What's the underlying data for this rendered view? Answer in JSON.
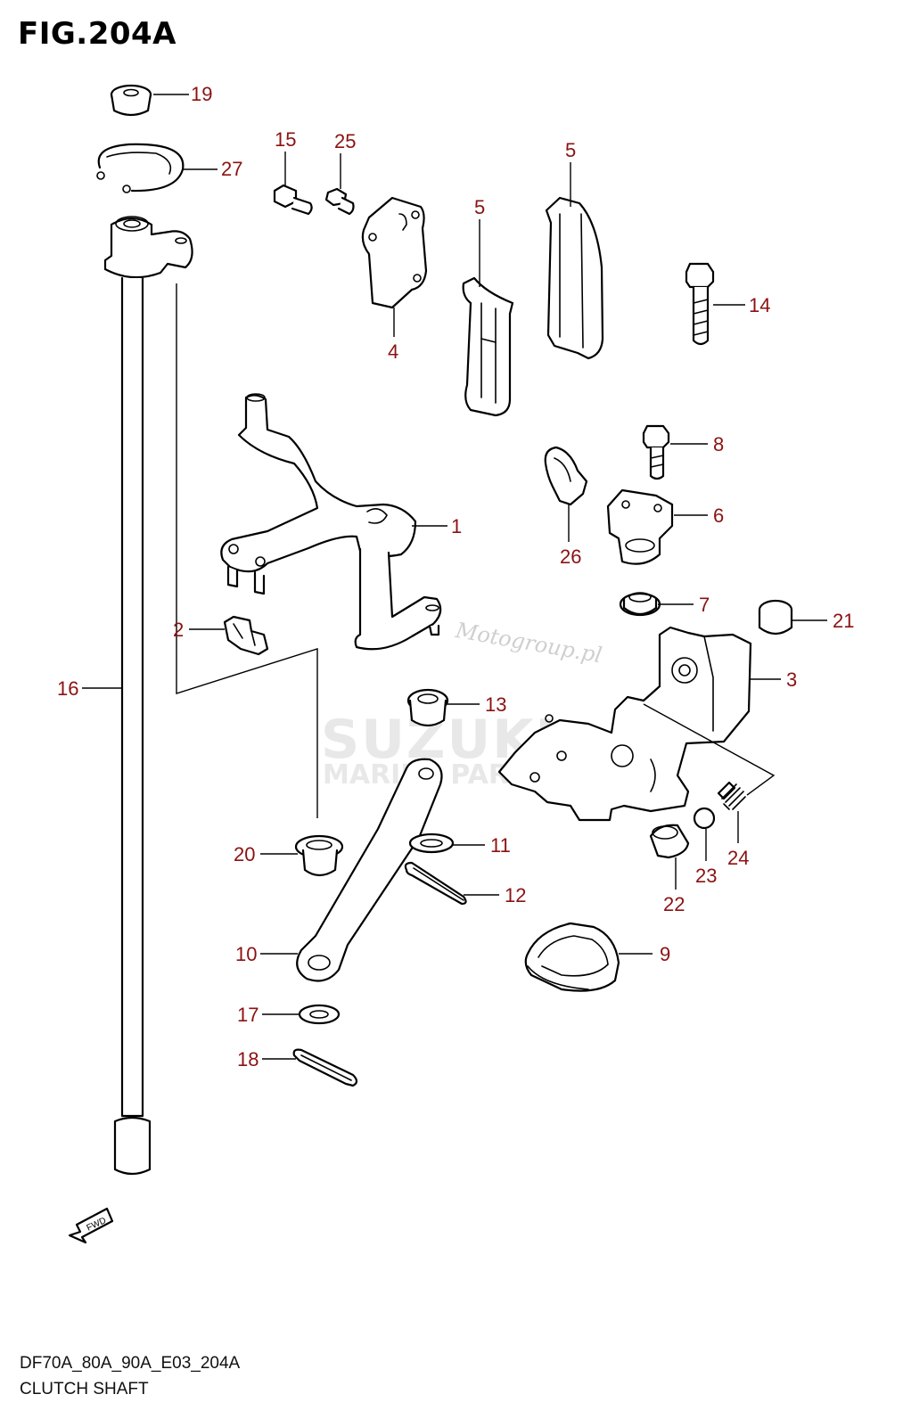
{
  "figure": {
    "title": "FIG.204A",
    "model_code": "DF70A_80A_90A_E03_204A",
    "name": "CLUTCH SHAFT"
  },
  "watermarks": {
    "motogroup": "Motogroup.pl",
    "brand": "SUZUKI",
    "brand_sub": "MARINE PARTS"
  },
  "fwd_label": "FWD",
  "callouts": {
    "c1": "1",
    "c2": "2",
    "c3": "3",
    "c4": "4",
    "c5a": "5",
    "c5b": "5",
    "c6": "6",
    "c7": "7",
    "c8": "8",
    "c9": "9",
    "c10": "10",
    "c11": "11",
    "c12": "12",
    "c13": "13",
    "c14": "14",
    "c15": "15",
    "c16": "16",
    "c17": "17",
    "c18": "18",
    "c19": "19",
    "c20": "20",
    "c21": "21",
    "c22": "22",
    "c23": "23",
    "c24": "24",
    "c25": "25",
    "c26": "26",
    "c27": "27"
  },
  "colors": {
    "callout": "#8b1212",
    "line": "#000000",
    "watermark": "#e8e8e8"
  }
}
